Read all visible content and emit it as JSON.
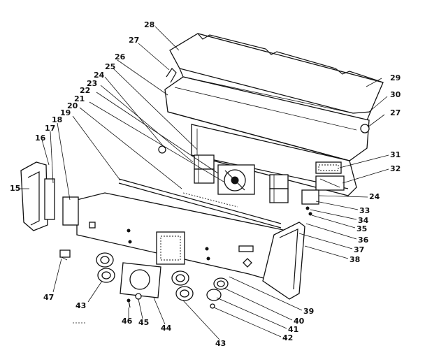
{
  "diagram": {
    "colors": {
      "ink": "#111111",
      "paper": "#ffffff"
    },
    "callouts": {
      "c15": "15",
      "c16": "16",
      "c17": "17",
      "c18": "18",
      "c19": "19",
      "c20": "20",
      "c21": "21",
      "c22": "22",
      "c23": "23",
      "c24a": "24",
      "c25": "25",
      "c26": "26",
      "c27a": "27",
      "c28": "28",
      "c29": "29",
      "c30": "30",
      "c27b": "27",
      "c31": "31",
      "c32": "32",
      "c24b": "24",
      "c33": "33",
      "c34": "34",
      "c35": "35",
      "c36": "36",
      "c37": "37",
      "c38": "38",
      "c39": "39",
      "c40": "40",
      "c41": "41",
      "c42": "42",
      "c43a": "43",
      "c43b": "43",
      "c44": "44",
      "c45": "45",
      "c46": "46",
      "c47": "47"
    }
  }
}
